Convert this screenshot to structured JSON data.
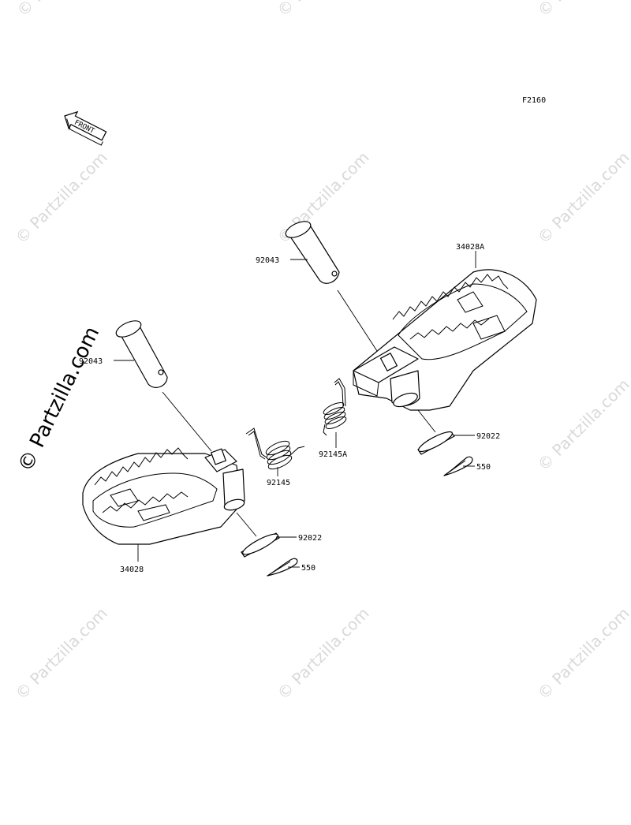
{
  "figure_code": "F2160",
  "front_arrow_text": "FRONT",
  "watermark": {
    "text": "© Partzilla.com",
    "side_text": "© Partzilla.com",
    "color": "#d9d9d9"
  },
  "callouts": [
    {
      "id": "pin-upper",
      "label": "92043"
    },
    {
      "id": "peg-right",
      "label": "34028A"
    },
    {
      "id": "pin-left",
      "label": "92043"
    },
    {
      "id": "washer-right",
      "label": "92022"
    },
    {
      "id": "cotter-right",
      "label": "550"
    },
    {
      "id": "spring-right",
      "label": "92145A"
    },
    {
      "id": "spring-left",
      "label": "92145"
    },
    {
      "id": "washer-left",
      "label": "92022"
    },
    {
      "id": "cotter-left",
      "label": "550"
    },
    {
      "id": "peg-left",
      "label": "34028"
    }
  ]
}
